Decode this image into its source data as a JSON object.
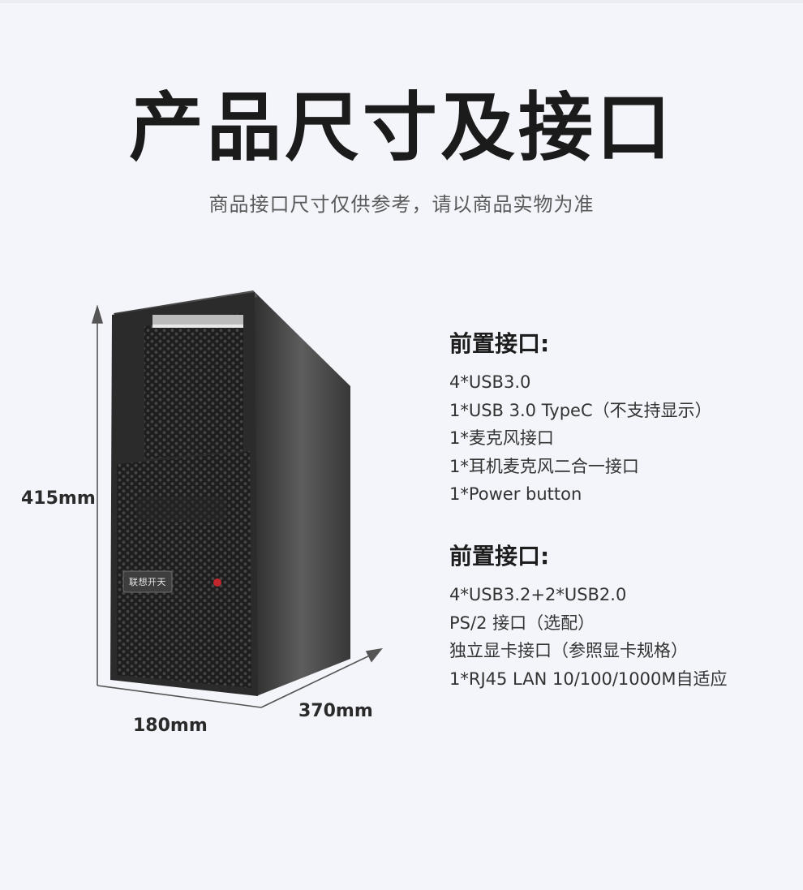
{
  "header": {
    "title": "产品尺寸及接口",
    "subtitle": "商品接口尺寸仅供参考，请以商品实物为准"
  },
  "product": {
    "brand_label": "联想开天",
    "dimensions": {
      "height": "415mm",
      "width": "180mm",
      "depth": "370mm"
    }
  },
  "specs": {
    "front": {
      "heading": "前置接口:",
      "items": [
        "4*USB3.0",
        "1*USB 3.0 TypeC（不支持显示）",
        "1*麦克风接口",
        "1*耳机麦克风二合一接口",
        "1*Power button"
      ]
    },
    "rear": {
      "heading": "前置接口:",
      "items": [
        "4*USB3.2+2*USB2.0",
        "PS/2 接口（选配）",
        "独立显卡接口（参照显卡规格）",
        "1*RJ45 LAN 10/100/1000M自适应"
      ]
    }
  },
  "colors": {
    "background": "#f3f5fa",
    "case_dark": "#2c2c2c",
    "case_side": "#3a3a3a",
    "accent_red": "#c0262c"
  }
}
